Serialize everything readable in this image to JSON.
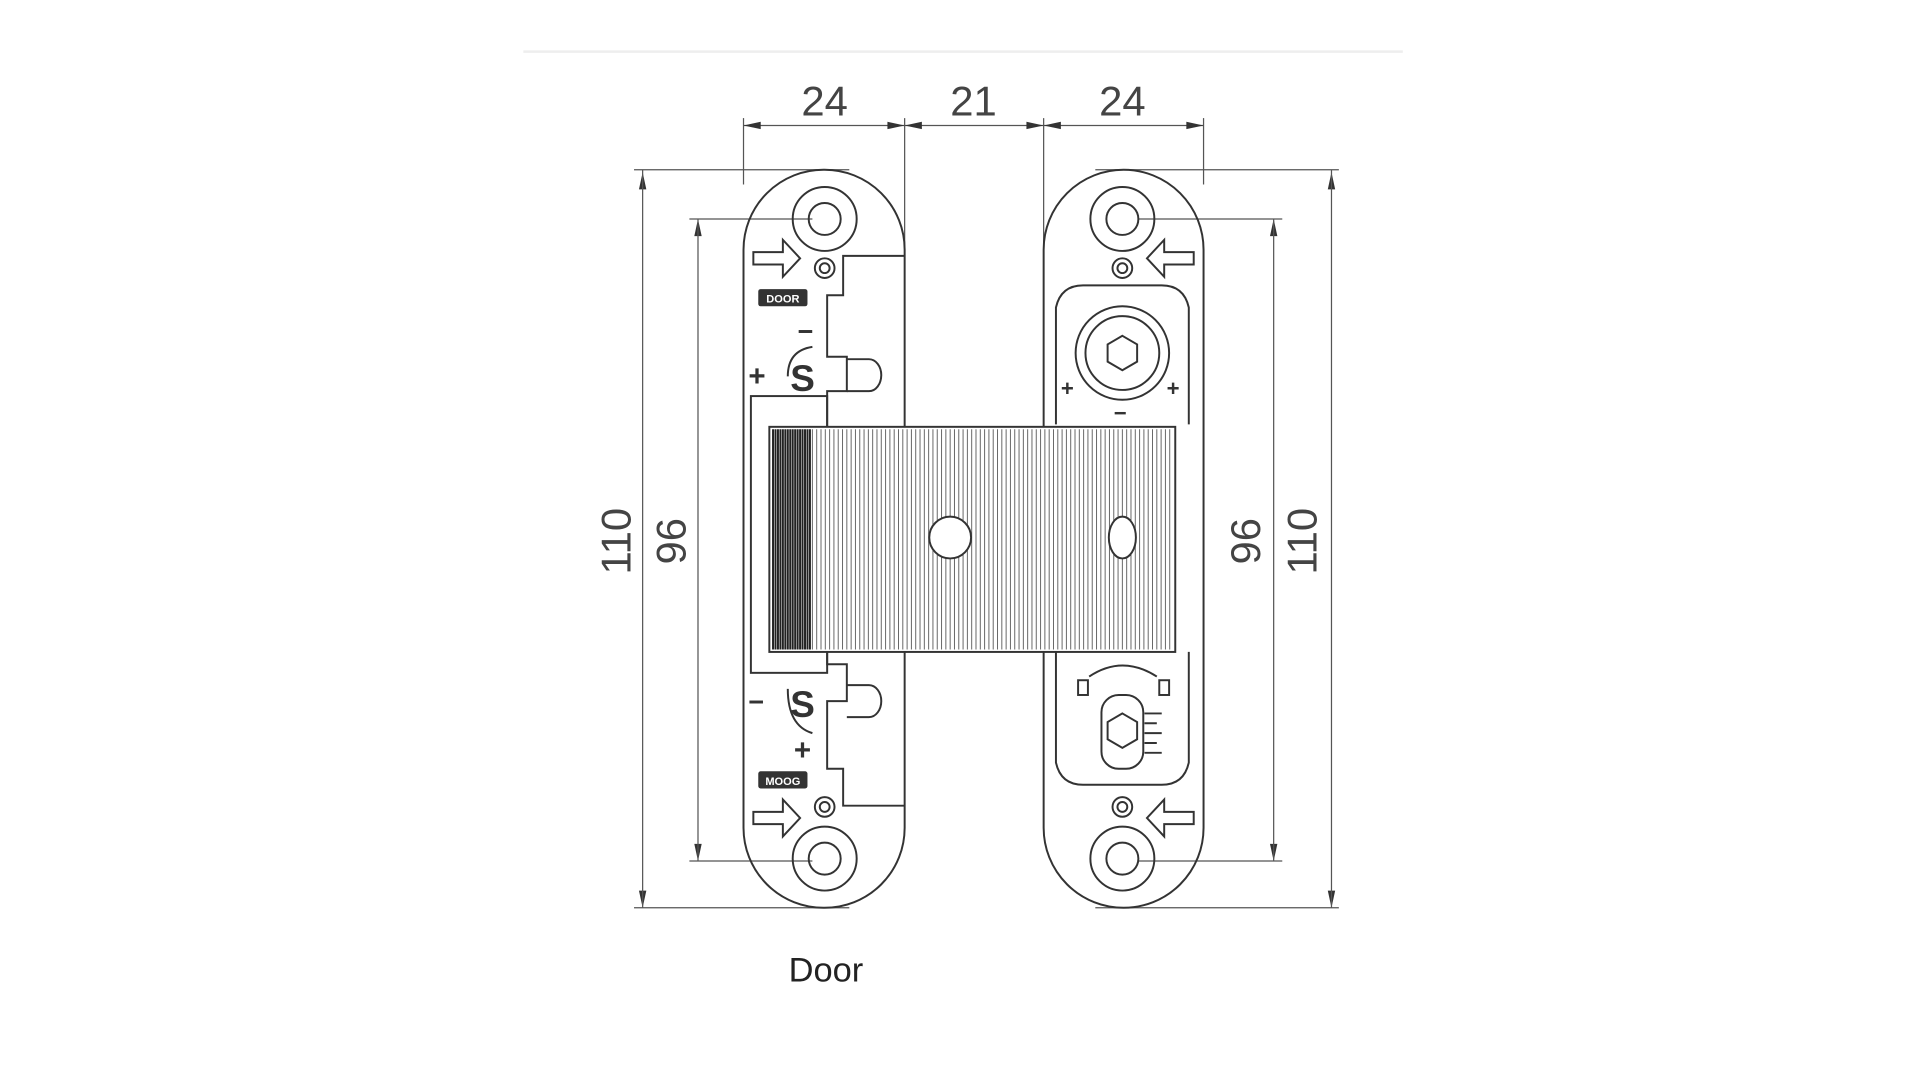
{
  "drawing": {
    "dimensions": {
      "width_left": "24",
      "gap": "21",
      "width_right": "24",
      "height_total_left": "110",
      "height_holes_left": "96",
      "height_holes_right": "96",
      "height_total_right": "110"
    },
    "plate_labels": {
      "door_tag": "DOOR",
      "brand_tag": "MOOG"
    },
    "symbols": {
      "s": "S",
      "plus": "+",
      "minus": "−"
    },
    "caption": "Door",
    "colors": {
      "line": "#333333",
      "text": "#444444",
      "band": "#555555"
    }
  }
}
